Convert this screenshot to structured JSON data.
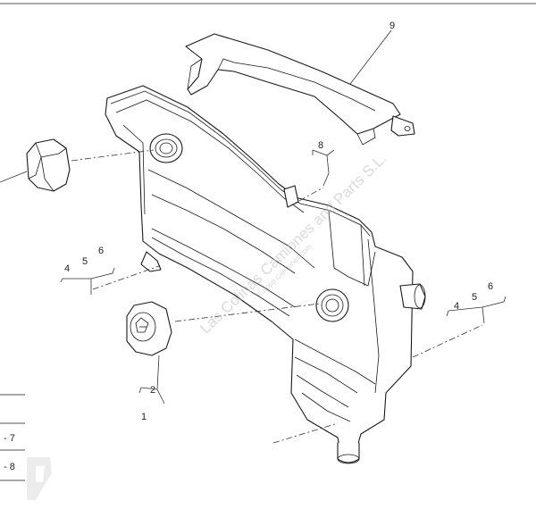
{
  "callouts": {
    "part_9": "9",
    "part_8": "8",
    "left_4": "4",
    "left_5": "5",
    "left_6": "6",
    "right_4": "4",
    "right_5": "5",
    "right_6": "6",
    "part_2": "2",
    "part_1": "1",
    "table_7": "- 7",
    "table_8": "- 8"
  },
  "watermark": {
    "main": "Las Colinas Camiones and Parts S.L.",
    "sub": "Europa Camiones.com"
  }
}
